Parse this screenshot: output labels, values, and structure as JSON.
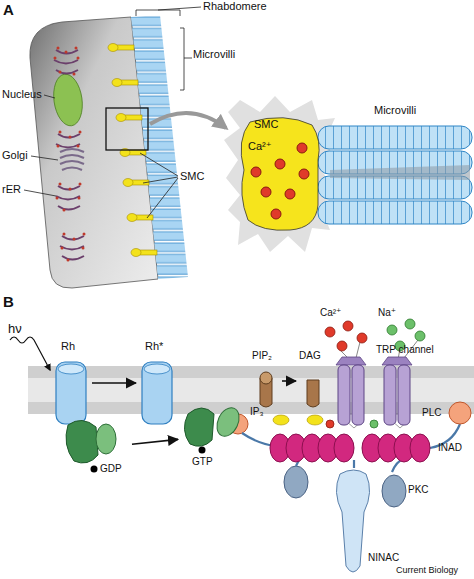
{
  "diagram": {
    "nodes": [
      {
        "text": [
          "SMC",
          "Ca²⁺"
        ]
      },
      {
        "text": [
          "Rh"
        ]
      },
      {
        "text": [
          "Rh*"
        ]
      },
      {
        "text": [
          "GDP"
        ]
      },
      {
        "text": [
          "GTP"
        ]
      },
      {
        "text": [
          "PIP₂"
        ]
      },
      {
        "text": [
          "DAG"
        ]
      },
      {
        "text": [
          "TRP channel"
        ]
      },
      {
        "text": [
          "PLC"
        ]
      },
      {
        "text": [
          "PKC"
        ]
      },
      {
        "text": [
          "INAD"
        ]
      },
      {
        "text": [
          "NINAC"
        ]
      }
    ],
    "edges": [
      {
        "from": 1,
        "to": 2,
        "arrow": "to"
      },
      {
        "from": 3,
        "to": 4,
        "arrow": "to"
      },
      {
        "from": 5,
        "to": 6,
        "arrow": "to"
      }
    ],
    "labels": [
      "A",
      "Rhabdomere",
      "Microvilli",
      "Nucleus",
      "Golgi",
      "rER",
      "SMC",
      "Microvilli",
      "B",
      "hν",
      "IP₃",
      "Ca²⁺",
      "Na⁺",
      "Current Biology"
    ]
  }
}
